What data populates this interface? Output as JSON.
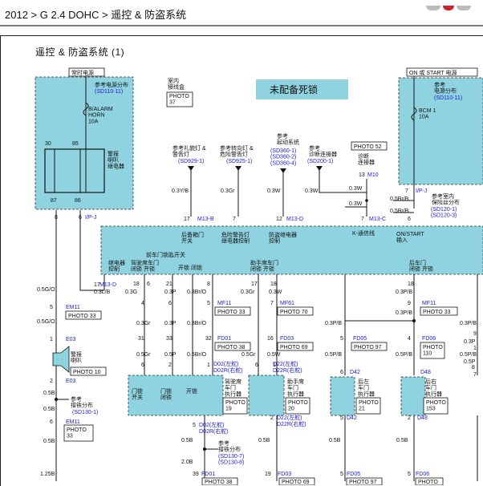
{
  "breadcrumb": "2012 > G 2.4 DOHC > 遥控 & 防盗系统",
  "diagram_title": "遥控 & 防盗系统 (1)",
  "colors": {
    "module_fill": "#8fd3e0",
    "link": "#1a1ad6",
    "wire": "#111111",
    "banner_fill": "#8fd3e0"
  },
  "boxes": {
    "hot_at_all_times": "常时电源",
    "on_start_power": "ON 或 START 电源",
    "indoor_junction": "室内\n接线盒",
    "photo37": "PHOTO\n37"
  },
  "banner": "未配备死锁",
  "left_fuse": {
    "ref": "参考电源分布",
    "ref_link": "(SD110-11)",
    "fuse": "B/ALARM\nHORN\n10A",
    "pin30": "30",
    "pin85": "85",
    "pin87": "87",
    "pin86": "86",
    "relay": "警报\n喇叭\n继电器",
    "out8": "8",
    "out6": "6",
    "out_conn": "I/P-J"
  },
  "right_fuse": {
    "ref": "参考\n电源分布",
    "ref_link": "(SD110-11)",
    "fuse": "BCM 1\n10A",
    "pin7": "7",
    "conn": "I/P-J",
    "w1": "0.5Br/B",
    "w2": "0.5Br/B",
    "ref2": "参考室内\n保险丝分布",
    "ref2_link": "(SD120-1)\n(SD120-3)",
    "pin6": "6"
  },
  "refs": [
    {
      "label": "参考礼貌灯 &\n警告灯",
      "link": "(SD929-1)",
      "wire": "0.3Y/B",
      "pin": "17",
      "conn": "M13-B"
    },
    {
      "label": "参考转向灯 &\n危险警告灯",
      "link": "(SD925-1)",
      "wire": "0.3Gr",
      "pin": "7",
      "conn": ""
    },
    {
      "label": "参考\n起动系统",
      "link": "(SD360-1)\n(SD360-2)\n(SD360-4)",
      "wire": "0.3W",
      "pin": "12",
      "conn": "M13-D"
    },
    {
      "label": "参考\n诊断连接器",
      "link": "(SD200-1)",
      "wire": "0.3W",
      "pin": "",
      "conn": ""
    }
  ],
  "diag": {
    "photo": "PHOTO 52",
    "label": "诊断\n连接器",
    "pin": "13",
    "conn": "M10",
    "w1": "0.3W",
    "w2": "0.3W",
    "pin7": "7",
    "conn7": "M13-C"
  },
  "module": {
    "f1": "后备箱门\n开关",
    "f2": "危险警告灯\n继电器控制",
    "f3": "防盗继电器\n控制",
    "f4": "K-通信线",
    "f5": "ON/START\n输入",
    "g1": "前车门锁匙开关",
    "g2": "继电器\n控制",
    "g3": "驾驶席车门\n闭锁 开锁",
    "g4": "开锁  闭锁",
    "g5": "助手席车门\n闭锁 开锁",
    "g6": "后车门\n闭锁 开锁"
  },
  "left_chain": {
    "w_05GO_a": "0.5G/O",
    "pin5": "5",
    "em11": "EM11",
    "photo33": "PHOTO 33",
    "w_05GO_b": "0.5G/O",
    "pin1": "1",
    "e03": "E03",
    "horn": "警报\n喇叭",
    "photo10": "PHOTO 10",
    "pin2": "2",
    "e03b": "E03",
    "w05B_a": "0.5B",
    "gnd_ref": "参考\n搭铁分布",
    "gnd_link": "(SD130-1)",
    "w05B_b": "0.5B",
    "pin6": "6",
    "em11b": "EM11",
    "photo33b": "PHOTO\n33",
    "w05B_c": "0.5B",
    "w125B": "1.25B",
    "pin17": "17",
    "m13d": "M13-D",
    "w03L": "0.3L/B"
  },
  "mid": {
    "p18": "18",
    "p6": "6",
    "p21": "21",
    "p8": "8",
    "w03G": "0.3G",
    "w03P": "0.3P",
    "w03BrO": "0.3Br/O",
    "p4": "4",
    "p6b": "6",
    "p5": "5",
    "mf11": "MF11",
    "photo33": "PHOTO 33",
    "w03Gr": "0.3Gr",
    "w03P2": "0.3P",
    "w03BrO2": "0.3Br/O",
    "p31": "31",
    "p33": "33",
    "p32": "32",
    "fd01": "FD01",
    "photo38": "PHOTO 38",
    "w05Gr": "0.5Gr",
    "w05P": "0.5P",
    "w05BrO": "0.5Br/O",
    "p6c": "6",
    "p2": "2",
    "p1": "1",
    "d02": "D02(左舵)",
    "d02r": "D02R(右舵)",
    "drv": "驾驶席\n车门\n执行器",
    "photo19": "PHOTO\n19",
    "lock1": "门锁\n开关",
    "lock2": "门锁\n闭锁",
    "lock3": "开锁",
    "p5b": "5",
    "d02b": "D02(左舵)",
    "d02rb": "D02R(右舵)",
    "w05B": "0.5B",
    "gref": "参考\n搭铁分布",
    "glink": "(SD130-7)\n(SD130-8)",
    "w20B": "2.0B",
    "p39": "39",
    "fd01b": "FD01",
    "photo38b": "PHOTO 38"
  },
  "asst": {
    "p17": "17",
    "p18": "18",
    "w03Gr": "0.3Gr",
    "w03W": "0.3W",
    "p7": "7",
    "mf61": "MF61",
    "photo70": "PHOTO 70",
    "p16": "16",
    "fd03": "FD03",
    "photo69": "PHOTO 69",
    "w05Gr": "0.5Gr",
    "w05W": "0.5W",
    "p6": "6",
    "p1": "1",
    "d22": "D22(左舵)",
    "d22r": "D22R(右舵)",
    "act": "助手席\n车门\n执行器",
    "photo20": "PHOTO\n20",
    "p2": "2",
    "d22b": "D22(左舵)",
    "d22rb": "D22R(右舵)",
    "w05B": "0.5B",
    "p19": "19",
    "fd03b": "FD03",
    "photo69b": "PHOTO 69"
  },
  "rl": {
    "w03PB": "0.3P/B",
    "p5": "5",
    "fd05": "FD05",
    "photo97": "PHOTO 97",
    "w05PB": "0.5P/B",
    "p6": "6",
    "d42": "D42",
    "act": "后左\n车门\n执行器",
    "photo21": "PHOTO\n21",
    "p5b": "5",
    "d42b": "D42",
    "w05B": "0.5B",
    "p5c": "5",
    "fd05b": "FD05",
    "photo97b": "PHOTO 97"
  },
  "rr": {
    "p18": "18",
    "w03PB": "0.3P/B",
    "p9": "9",
    "mf11": "MF11",
    "photo33": "PHOTO 33",
    "w03PB2": "0.3P/B",
    "p4": "4",
    "fd06": "FD06",
    "photo110": "PHOTO\n110",
    "w05PB": "0.5P/B",
    "d48": "D48",
    "act": "后右\n车门\n执行器",
    "photo153": "PHOTO\n153",
    "p2": "2",
    "d48b": "D48",
    "w05B": "0.5B",
    "p5": "5",
    "fd06b": "FD06",
    "photo": "PHOTO"
  },
  "far_right": {
    "w1": "0.3P/B",
    "p9": "9",
    "w2": "0.3P",
    "p1": "1",
    "w3": "0.5P/B",
    "w4": "0.5P",
    "p8": "8",
    "p7": "7"
  }
}
